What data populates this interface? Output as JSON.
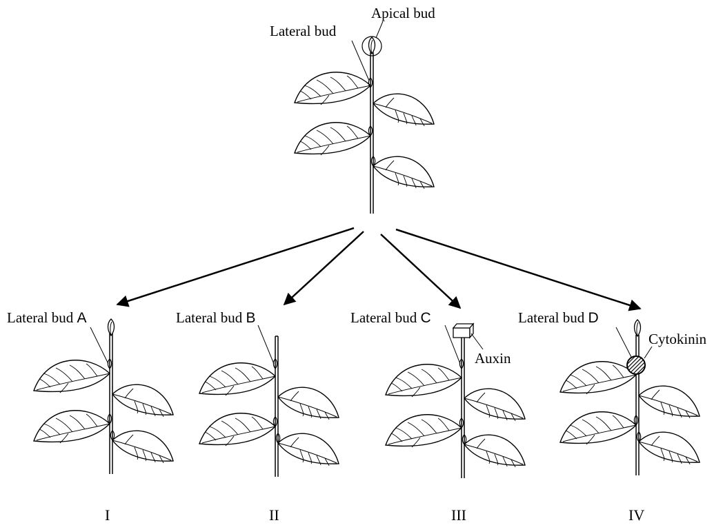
{
  "diagram": {
    "top_plant": {
      "apical_label": "Apical bud",
      "lateral_label": "Lateral bud"
    },
    "panels": [
      {
        "label_prefix": "Lateral bud ",
        "letter": "A",
        "roman": "I",
        "treatment": ""
      },
      {
        "label_prefix": "Lateral bud ",
        "letter": "B",
        "roman": "II",
        "treatment": ""
      },
      {
        "label_prefix": "Lateral bud ",
        "letter": "C",
        "roman": "III",
        "treatment": "Auxin"
      },
      {
        "label_prefix": "Lateral bud ",
        "letter": "D",
        "roman": "IV",
        "treatment": "Cytokinin"
      }
    ]
  }
}
